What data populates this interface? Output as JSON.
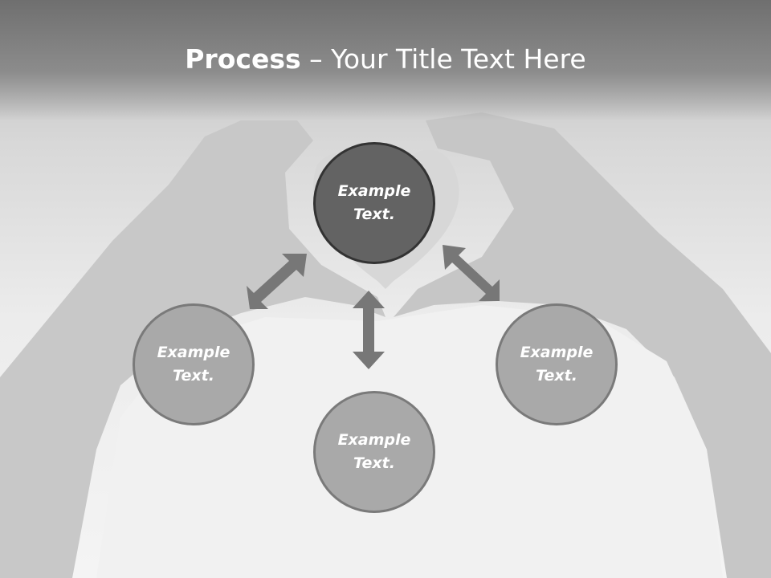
{
  "title": {
    "bold": "Process",
    "rest": " – Your Title Text Here"
  },
  "nodes": [
    {
      "id": "top",
      "line1": "Example",
      "line2": "Text."
    },
    {
      "id": "left",
      "line1": "Example",
      "line2": "Text."
    },
    {
      "id": "bottom",
      "line1": "Example",
      "line2": "Text."
    },
    {
      "id": "right",
      "line1": "Example",
      "line2": "Text."
    }
  ],
  "colors": {
    "header": "#808080",
    "center_node_fill": "#636363",
    "outer_node_fill": "#a9a9a9",
    "arrow": "#777777",
    "text": "#ffffff"
  }
}
